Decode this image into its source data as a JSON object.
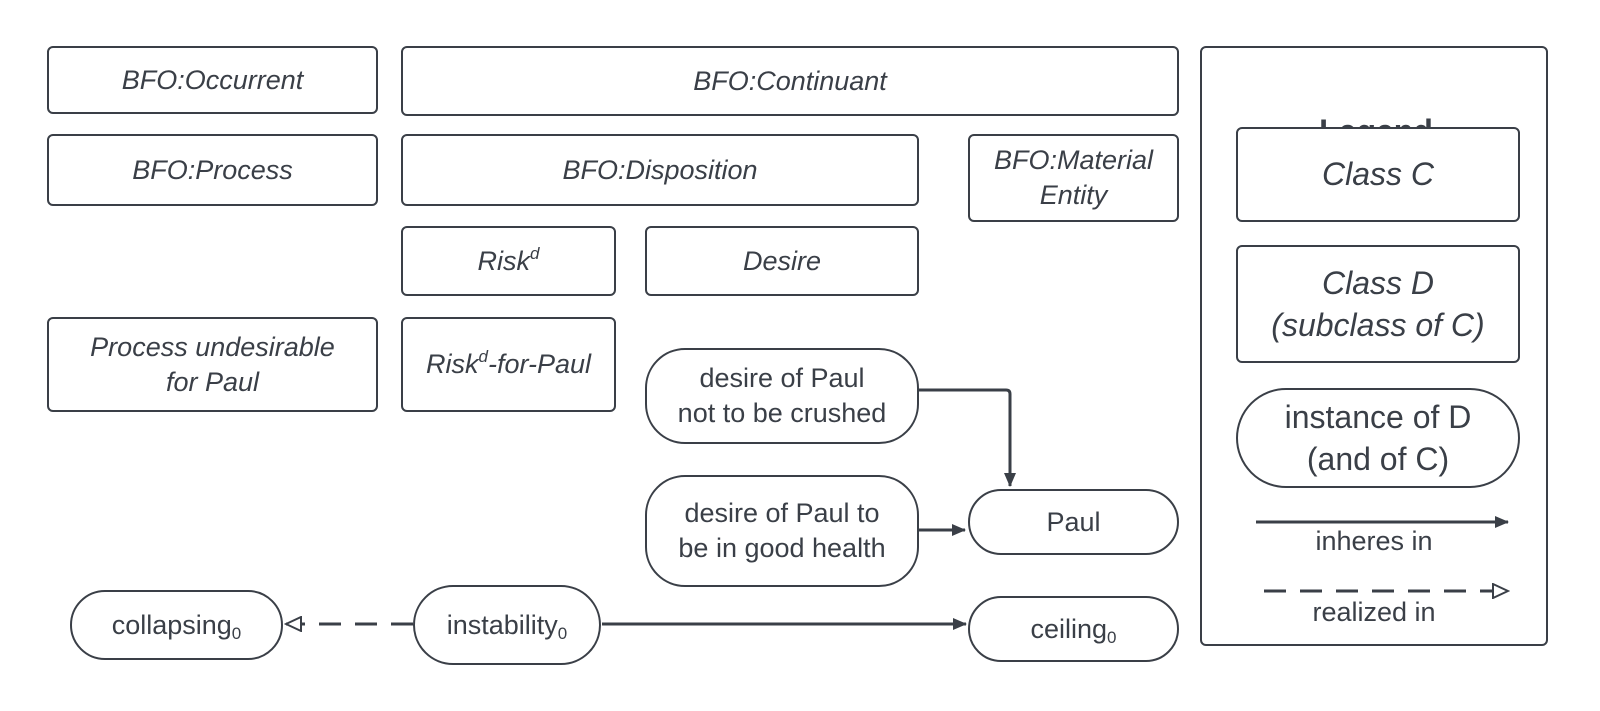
{
  "classes": {
    "occurrent": "BFO:Occurrent",
    "continuant": "BFO:Continuant",
    "process": "BFO:Process",
    "disposition": "BFO:Disposition",
    "material_entity_line1": "BFO:Material",
    "material_entity_line2": "Entity",
    "risk": {
      "base": "Risk",
      "sup": "d"
    },
    "desire": "Desire",
    "process_undesirable_line1": "Process undesirable",
    "process_undesirable_line2": "for Paul",
    "risk_for_paul": {
      "base": "Risk",
      "sup": "d",
      "suffix": "-for-Paul"
    }
  },
  "instances": {
    "desire_not_crushed_line1": "desire of Paul",
    "desire_not_crushed_line2": "not to be crushed",
    "desire_health_line1": "desire of Paul to",
    "desire_health_line2": "be in good health",
    "paul": "Paul",
    "collapsing": {
      "base": "collapsing",
      "sub": "0"
    },
    "instability": {
      "base": "instability",
      "sub": "0"
    },
    "ceiling": {
      "base": "ceiling",
      "sub": "0"
    }
  },
  "legend": {
    "title": "Legend",
    "class_c": "Class C",
    "class_d_line1": "Class D",
    "class_d_line2": "(subclass of C)",
    "instance_line1": "instance of D",
    "instance_line2": "(and of C)",
    "inheres_in": "inheres in",
    "realized_in": "realized in"
  },
  "colors": {
    "stroke": "#3a3f47",
    "background": "#ffffff"
  }
}
